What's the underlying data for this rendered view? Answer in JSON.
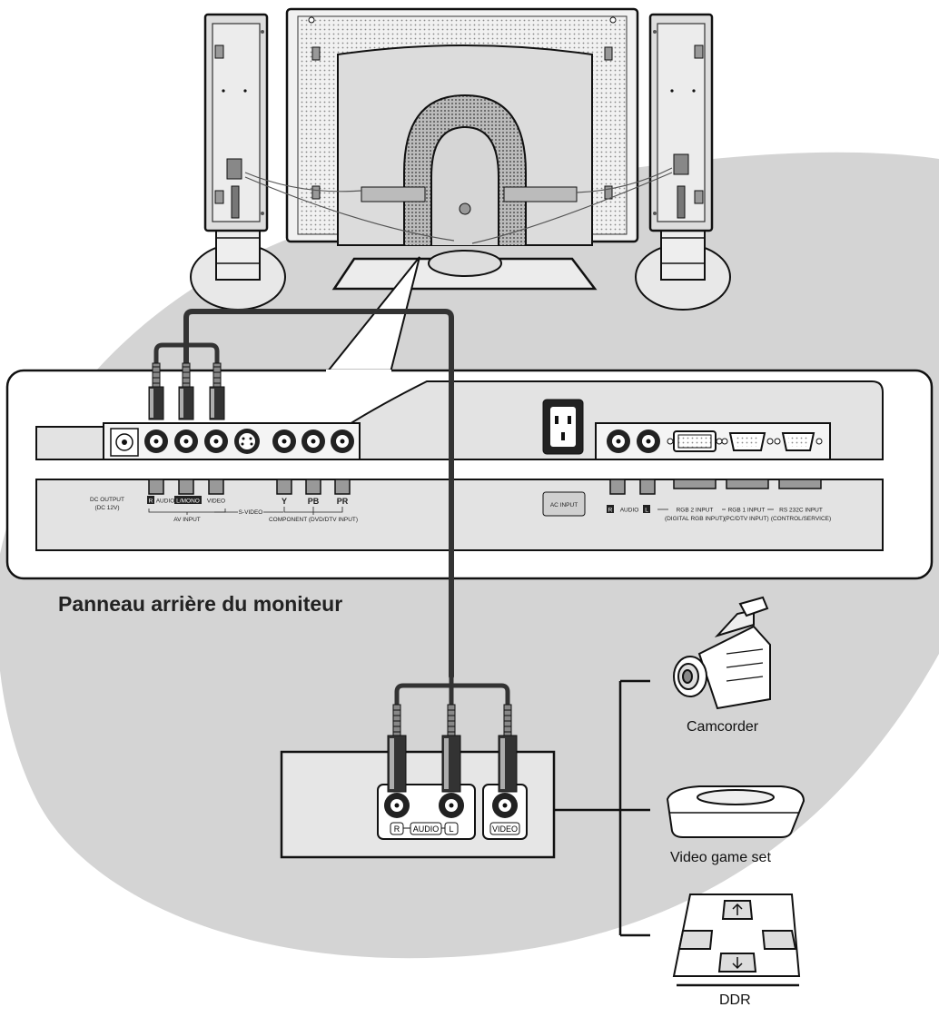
{
  "panel_title": "Panneau arrière du moniteur",
  "devices": [
    {
      "label": "Camcorder",
      "icon": "camcorder-icon"
    },
    {
      "label": "Video game set",
      "icon": "video-game-console-icon"
    },
    {
      "label": "DDR",
      "icon": "dance-mat-icon"
    }
  ],
  "monitor_panel": {
    "av_input": {
      "dc_output": "DC OUTPUT",
      "dc_output_sub": "(DC 12V)",
      "r": "R",
      "audio": "AUDIO",
      "l_mono": "L/MONO",
      "video": "VIDEO",
      "group": "AV INPUT"
    },
    "s_video": "S-VIDEO",
    "component": {
      "y": "Y",
      "pb": "PB",
      "pr": "PR",
      "group": "COMPONENT (DVD/DTV INPUT)"
    },
    "ac_input": "AC INPUT",
    "right": {
      "r": "R",
      "audio": "AUDIO",
      "l": "L",
      "rgb2": "RGB 2 INPUT",
      "rgb2_sub": "(DIGITAL RGB INPUT)",
      "rgb1": "RGB 1 INPUT",
      "rgb1_sub": "(PC/DTV INPUT)",
      "rs232": "RS 232C INPUT",
      "rs232_sub": "(CONTROL/SERVICE)"
    }
  },
  "source_device": {
    "r": "R",
    "audio": "AUDIO",
    "l": "L",
    "video": "VIDEO"
  }
}
